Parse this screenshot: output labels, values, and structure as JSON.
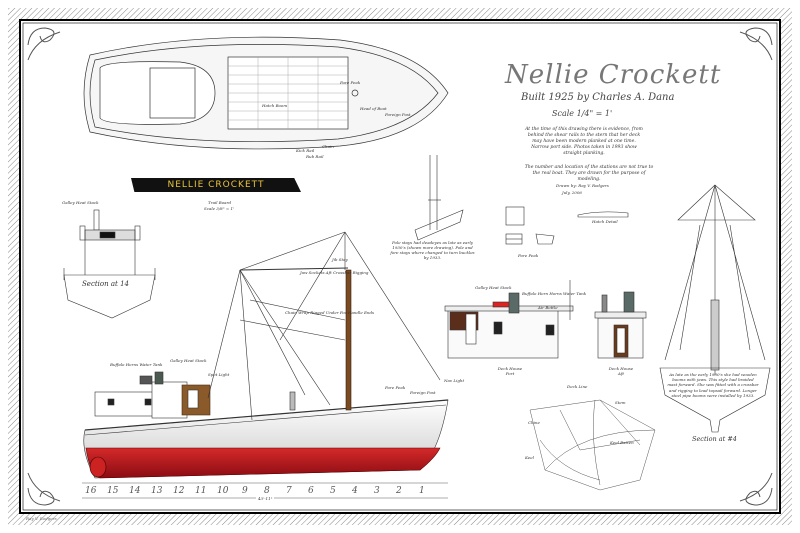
{
  "title": {
    "name": "Nellie Crockett",
    "built": "Built 1925 by Charles A. Dana",
    "scale": "Scale 1/4\" = 1'"
  },
  "notes": {
    "deck_note": "At the time of this drawing there is evidence, from behind the shear rails to the stern that her deck may have been modern planked at one time. Narrow port side. Photos taken in 1993 show straight planking.",
    "stations_note": "The number and location of the stations are not true to the real boat. They are drawn for the purpose of modeling.",
    "drawn_by": "Drawn by: Ray V. Rodgers",
    "date": "July, 2006"
  },
  "name_board": {
    "text": "NELLIE CROCKETT",
    "caption": "Trail Board",
    "scale": "Scale 3/8\" = 1'"
  },
  "section_14": {
    "label": "Section at 14",
    "callout": "Galley Heat Stack"
  },
  "section_4": {
    "label": "Section at #4",
    "note": "As late as the early 1930's she had wooden booms with jaws. This style had braided mast forward. She was fitted with a crossbar and rigging to lead topsail forward. Longer steel pipe booms were installed by 1933."
  },
  "mast_sketch": {
    "note": "Pole stays had deadeyes as late as early 1930's (shown more drawing). Pole and fore stays where changed to turn buckles by 1933."
  },
  "hatch": {
    "fore_peak": "Fore Peak",
    "hatch_detail": "Hatch Detail"
  },
  "deck_house": {
    "port": "Deck House Port",
    "aft": "Deck House Aft",
    "callouts": [
      "Galley Heat Stack",
      "Buffalo Horn Horns Water Tank",
      "Air Bottle"
    ]
  },
  "profile": {
    "callouts": [
      "Buffalo Horns Water Tank",
      "Galley Heat Stack",
      "Spot Light",
      "Jaw Sockets Aft Crossbar Rigging",
      "Jib Stay",
      "Chain Wrap Rigged Under For Handle Ends",
      "Fore Peak",
      "Foreign Post",
      "Nav Light"
    ],
    "stations": [
      "16",
      "15",
      "14",
      "13",
      "12",
      "11",
      "10",
      "9",
      "8",
      "7",
      "6",
      "5",
      "4",
      "3",
      "2",
      "1"
    ],
    "length": "43'-11\""
  },
  "plan": {
    "callouts": [
      "Fore Peak",
      "Hatch Boom",
      "Head of Boat",
      "Foreign Post",
      "Kick Rail",
      "Rub Rail",
      "Chain"
    ]
  },
  "frames": {
    "callouts": [
      "Deck Line",
      "Chine",
      "Keel",
      "Stem",
      "Keel Batten"
    ]
  },
  "footer": {
    "credit": "Ray V. Rodgers"
  },
  "colors": {
    "hull_red": "#b3121a",
    "frame": "#222222",
    "board_gold": "#e8c23a"
  }
}
